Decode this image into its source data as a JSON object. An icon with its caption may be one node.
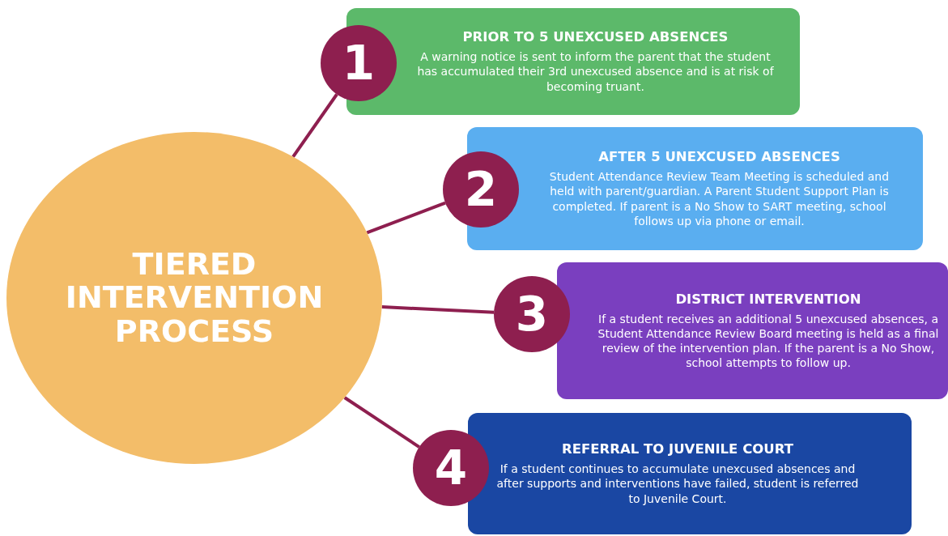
{
  "diagram": {
    "nodes": [
      {
        "text": [
          "TIERED INTERVENTION PROCESS"
        ]
      },
      {
        "text": [
          "1"
        ]
      },
      {
        "text": [
          "PRIOR TO 5 UNEXCUSED ABSENCES",
          "A warning notice is sent to inform the parent that the student has accumulated their 3rd unexcused absence and is at risk of becoming truant."
        ]
      },
      {
        "text": [
          "2"
        ]
      },
      {
        "text": [
          "AFTER 5 UNEXCUSED ABSENCES",
          "Student Attendance Review Team Meeting is scheduled and held with parent/guardian. A Parent Student Support Plan is completed. If parent is a No Show to SART meeting, school follows up via phone or email."
        ]
      },
      {
        "text": [
          "3"
        ]
      },
      {
        "text": [
          "DISTRICT INTERVENTION",
          "If a student receives an additional 5 unexcused absences, a Student Attendance Review Board meeting is held as a final review of the intervention plan. If the parent is a No Show, school attempts to follow up."
        ]
      },
      {
        "text": [
          "4"
        ]
      },
      {
        "text": [
          "REFERRAL TO JUVENILE COURT",
          "If a student continues to accumulate unexcused absences and after supports and interventions have failed, student is referred to Juvenile Court."
        ]
      }
    ],
    "edges": [
      {
        "from": 0,
        "to": 1,
        "arrow": "none"
      },
      {
        "from": 0,
        "to": 3,
        "arrow": "none"
      },
      {
        "from": 0,
        "to": 5,
        "arrow": "none"
      },
      {
        "from": 0,
        "to": 7,
        "arrow": "none"
      }
    ]
  }
}
